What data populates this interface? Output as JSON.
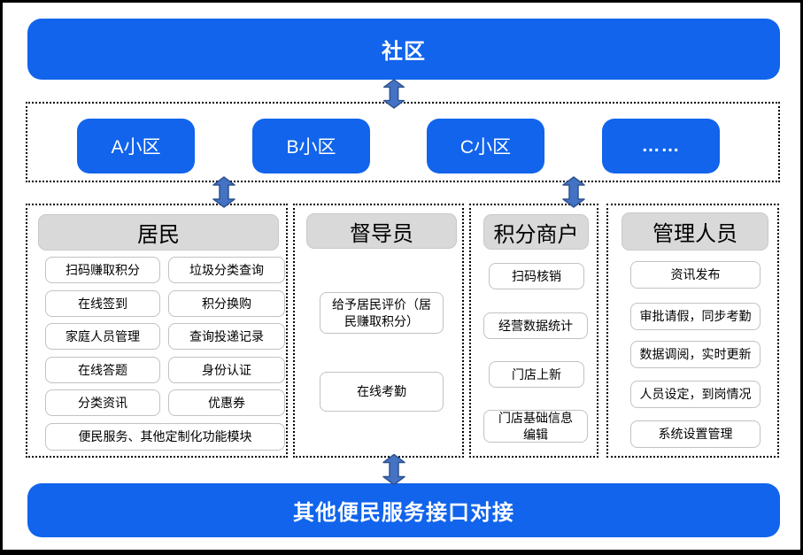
{
  "colors": {
    "primary_blue": "#1164EB",
    "arrow_fill": "#4472C4",
    "arrow_border": "#2F528F",
    "header_gray": "#D9D9D9",
    "dotted_border": "#000000"
  },
  "top_bar": {
    "label": "社区"
  },
  "districts": {
    "items": [
      "A小区",
      "B小区",
      "C小区",
      "……"
    ]
  },
  "panels": {
    "residents": {
      "title": "居民",
      "left_items": [
        "扫码赚取积分",
        "在线签到",
        "家庭人员管理",
        "在线答题",
        "分类资讯"
      ],
      "right_items": [
        "垃圾分类查询",
        "积分换购",
        "查询投递记录",
        "身份认证",
        "优惠券"
      ],
      "full_item": "便民服务、其他定制化功能模块"
    },
    "supervisor": {
      "title": "督导员",
      "items": [
        "给予居民评价（居民赚取积分）",
        "在线考勤"
      ]
    },
    "merchant": {
      "title": "积分商户",
      "items": [
        "扫码核销",
        "经营数据统计",
        "门店上新",
        "门店基础信息编辑"
      ]
    },
    "admin": {
      "title": "管理人员",
      "items": [
        "资讯发布",
        "审批请假，同步考勤",
        "数据调阅，实时更新",
        "人员设定，到岗情况",
        "系统设置管理"
      ]
    }
  },
  "bottom_bar": {
    "label": "其他便民服务接口对接"
  }
}
